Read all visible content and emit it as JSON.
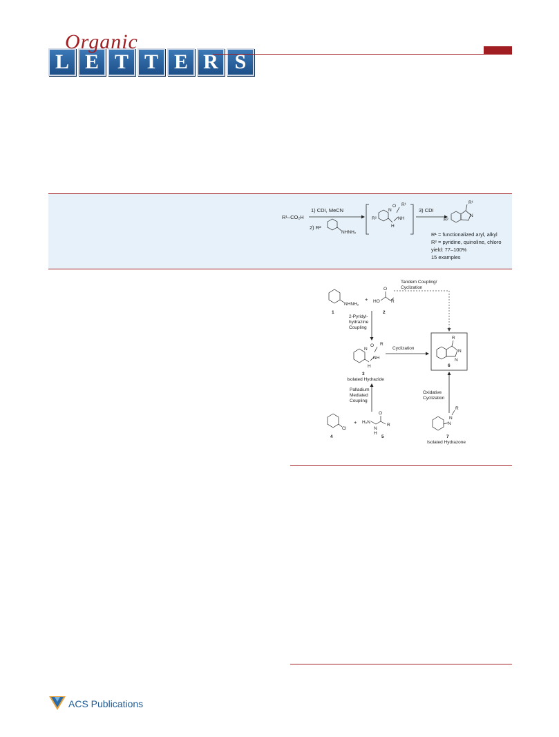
{
  "header": {
    "journal_script": "Organic",
    "journal_letters": [
      "L",
      "E",
      "T",
      "T",
      "E",
      "R",
      "S"
    ]
  },
  "abstract": {
    "acid": "R¹–CO₂H",
    "step1": "1) CDI, MeCN",
    "step2": "2) R²",
    "hydrazine": "NHNH₂",
    "step3": "3) CDI",
    "r2": "R²",
    "r1": "R¹",
    "ring_N": "N",
    "ring_NH": "NH",
    "ring_H": "H",
    "ring_O": "O",
    "notes": [
      "R¹ = functionalized aryl, alkyl",
      "R² = pyridine, quinoline, chloro",
      "yield: 77–100%",
      "15 examples"
    ]
  },
  "scheme": {
    "tandem_label_1": "Tandem Coupling/",
    "tandem_label_2": "Cyclization",
    "cmp1_label": "NHNH₂",
    "cmp1_num": "1",
    "cmp2_ho": "HO",
    "cmp2_o": "O",
    "cmp2_r": "R",
    "cmp2_num": "2",
    "plus": "+",
    "arrow1_label_1": "2-Pyridyl-",
    "arrow1_label_2": "hydrazine",
    "arrow1_label_3": "Coupling",
    "cmp3_o": "O",
    "cmp3_r": "R",
    "cmp3_nh": "NH",
    "cmp3_h": "H",
    "cmp3_n": "N",
    "cmp3_num": "3",
    "cmp3_label": "Isolated Hydrazide",
    "cyclization": "Cyclization",
    "cmp6_r": "R",
    "cmp6_n": "N",
    "cmp6_num": "6",
    "arrow2_label_1": "Palladium",
    "arrow2_label_2": "Mediated",
    "arrow2_label_3": "Coupling",
    "cmp4_cl": "Cl",
    "cmp4_num": "4",
    "cmp5_h2n": "H₂N",
    "cmp5_n": "N",
    "cmp5_h": "H",
    "cmp5_o": "O",
    "cmp5_r": "R",
    "cmp5_num": "5",
    "oxid_1": "Oxidative",
    "oxid_2": "Cyclization",
    "cmp7_r": "R",
    "cmp7_n": "N",
    "cmp7_num": "7",
    "cmp7_label": "Isolated Hydrazone"
  },
  "footer": {
    "publisher": "ACS Publications"
  },
  "colors": {
    "accent": "#a01e22",
    "band": "#e6f1f9",
    "logo_blue": "#1d4f88"
  }
}
